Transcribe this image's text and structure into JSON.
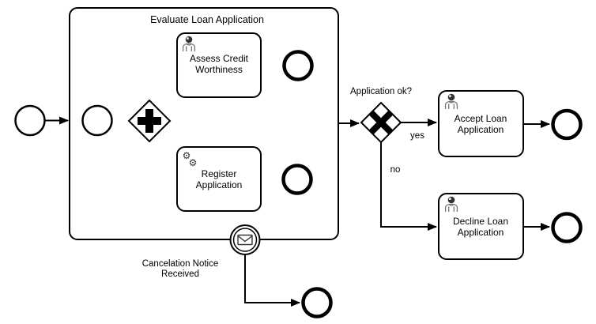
{
  "subprocess": {
    "title": "Evaluate Loan Application"
  },
  "tasks": {
    "assess": {
      "line1": "Assess Credit",
      "line2": "Worthiness"
    },
    "register": {
      "line1": "Register",
      "line2": "Application"
    },
    "accept": {
      "line1": "Accept Loan",
      "line2": "Application"
    },
    "decline": {
      "line1": "Decline Loan",
      "line2": "Application"
    }
  },
  "gateway": {
    "question": "Application ok?",
    "yes_label": "yes",
    "no_label": "no"
  },
  "boundary_event": {
    "label_line1": "Cancelation Notice",
    "label_line2": "Received"
  },
  "icons": {
    "user": "user-icon",
    "service": "service-gear-icon",
    "message": "message-envelope-icon"
  },
  "colors": {
    "stroke": "#000000",
    "shape_fill": "#ffffff",
    "icon_dark": "#333333",
    "icon_gray": "#777777"
  }
}
